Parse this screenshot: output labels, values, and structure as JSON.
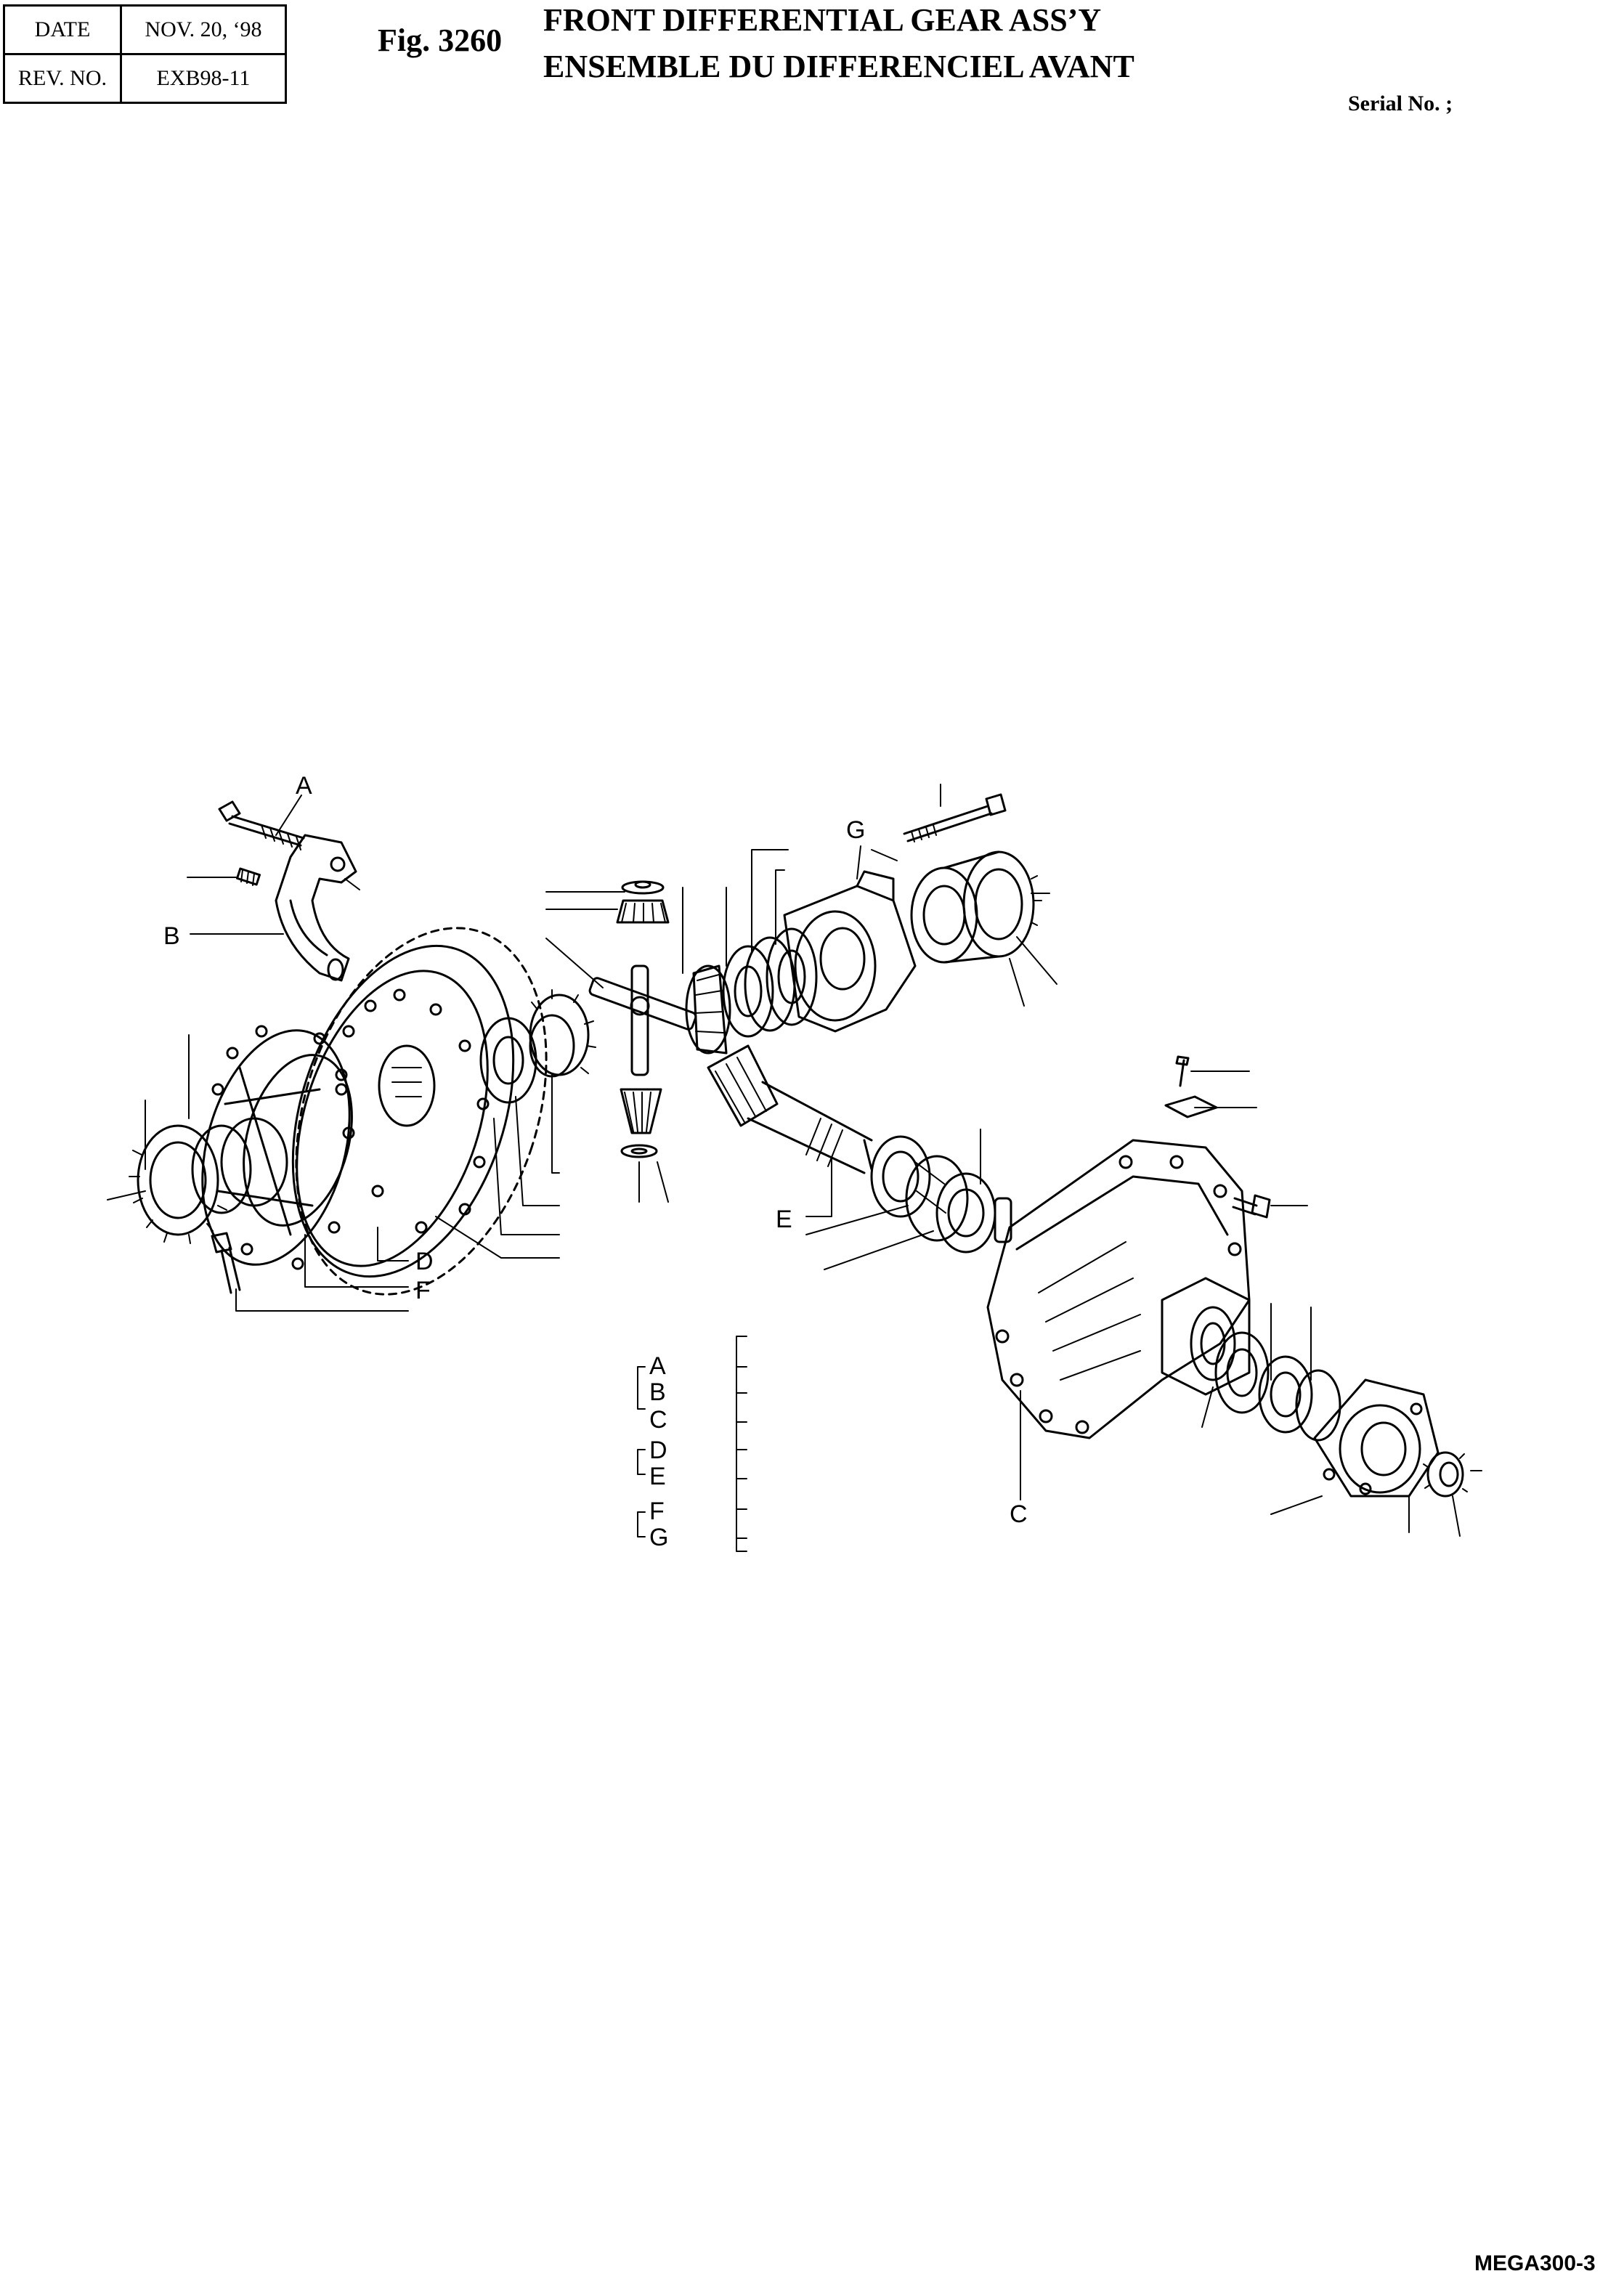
{
  "header": {
    "date_label": "DATE",
    "date_value": "NOV. 20, ‘98",
    "rev_label": "REV. NO.",
    "rev_value": "EXB98-11"
  },
  "figure": {
    "number": "Fig. 3260",
    "title_en": "FRONT DIFFERENTIAL GEAR ASS’Y",
    "title_fr": "ENSEMBLE DU DIFFERENCIEL AVANT",
    "serial": "Serial No. ;"
  },
  "diagram": {
    "callouts": [
      "A",
      "B",
      "C",
      "D",
      "E",
      "F",
      "G"
    ],
    "legend": [
      "A",
      "B",
      "C",
      "D",
      "E",
      "F",
      "G"
    ],
    "line_color": "#000000"
  },
  "footer": {
    "code": "MEGA300-3"
  }
}
